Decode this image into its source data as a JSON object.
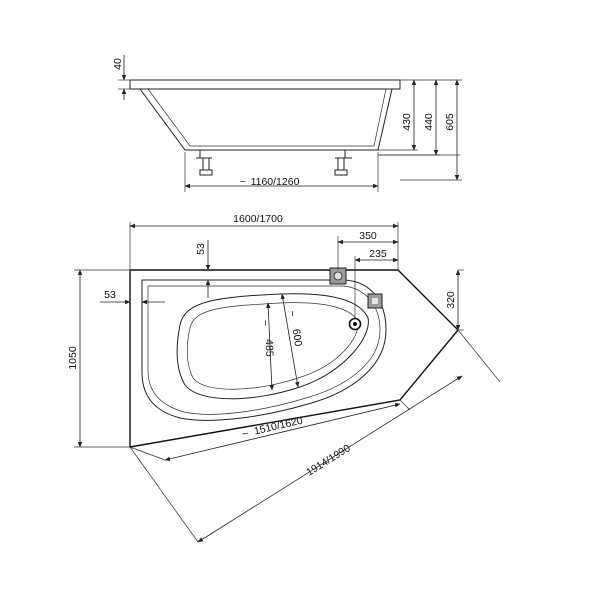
{
  "side_view": {
    "rim_height": "40",
    "inner_depth": "430",
    "outer_depth": "440",
    "total_height": "605",
    "leg_span": "1160/1260",
    "approx_symbol": "~"
  },
  "top_view": {
    "length": "1600/1700",
    "drain_offset_outer": "350",
    "drain_offset_inner": "235",
    "rim_top": "53",
    "rim_left": "53",
    "width": "1050",
    "corner_offset": "320",
    "inner_width": "485",
    "outer_width": "600",
    "basin_length": "1510/1620",
    "diagonal": "1914/1990",
    "approx_symbol": "~"
  },
  "colors": {
    "line": "#222222",
    "fitting_fill": "#9a9a9a"
  },
  "icons": [
    "overflow-fitting-icon",
    "faucet-fitting-icon",
    "drain-hole-icon"
  ]
}
